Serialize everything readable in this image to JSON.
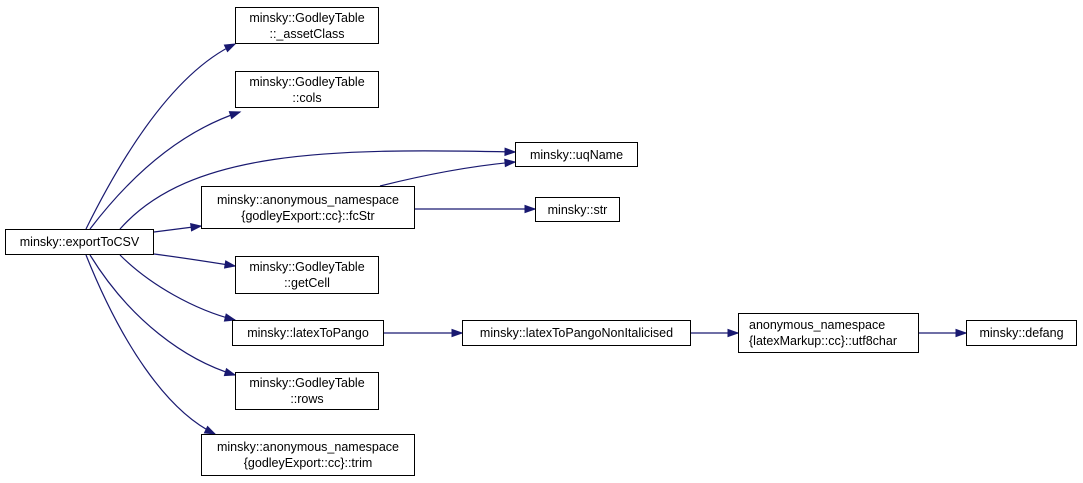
{
  "colors": {
    "edge": "#191970",
    "root_fill": "#bfbfbf",
    "node_border": "#000000"
  },
  "nodes": {
    "exportToCSV": {
      "line1": "minsky::exportToCSV"
    },
    "assetClass": {
      "line1": "minsky::GodleyTable",
      "line2": "::_assetClass"
    },
    "cols": {
      "line1": "minsky::GodleyTable",
      "line2": "::cols"
    },
    "uqName": {
      "line1": "minsky::uqName"
    },
    "fcStr": {
      "line1": "minsky::anonymous_namespace",
      "line2": "{godleyExport::cc}::fcStr"
    },
    "str": {
      "line1": "minsky::str"
    },
    "getCell": {
      "line1": "minsky::GodleyTable",
      "line2": "::getCell"
    },
    "latexToPango": {
      "line1": "minsky::latexToPango"
    },
    "latexToPangoNonItalicised": {
      "line1": "minsky::latexToPangoNonItalicised"
    },
    "utf8char": {
      "line1": "anonymous_namespace",
      "line2": "{latexMarkup::cc}::utf8char"
    },
    "defang": {
      "line1": "minsky::defang"
    },
    "rows": {
      "line1": "minsky::GodleyTable",
      "line2": "::rows"
    },
    "trim": {
      "line1": "minsky::anonymous_namespace",
      "line2": "{godleyExport::cc}::trim"
    }
  },
  "edges": [
    [
      "exportToCSV",
      "assetClass"
    ],
    [
      "exportToCSV",
      "cols"
    ],
    [
      "exportToCSV",
      "uqName"
    ],
    [
      "exportToCSV",
      "fcStr"
    ],
    [
      "exportToCSV",
      "getCell"
    ],
    [
      "exportToCSV",
      "latexToPango"
    ],
    [
      "exportToCSV",
      "rows"
    ],
    [
      "exportToCSV",
      "trim"
    ],
    [
      "fcStr",
      "uqName"
    ],
    [
      "fcStr",
      "str"
    ],
    [
      "latexToPango",
      "latexToPangoNonItalicised"
    ],
    [
      "latexToPangoNonItalicised",
      "utf8char"
    ],
    [
      "utf8char",
      "defang"
    ]
  ]
}
